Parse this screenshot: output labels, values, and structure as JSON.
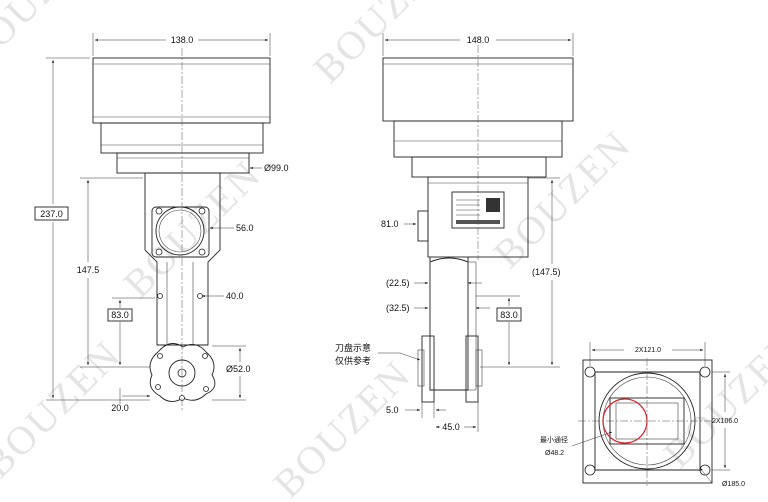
{
  "watermark": "BOUZEN",
  "front_view": {
    "width_label": "138.0",
    "height_label": "237.0",
    "bore_label": "Ø99.0",
    "window_label": "56.0",
    "vertical_label": "147.5",
    "lower_label": "83.0",
    "offset_label": "40.0",
    "disc_label": "Ø52.0",
    "bottom_label": "20.0"
  },
  "side_view": {
    "width_label": "148.0",
    "port_label": "81.0",
    "ref1_label": "(22.5)",
    "ref2_label": "(32.5)",
    "ref_height_label": "(147.5)",
    "lower_label": "83.0",
    "note_line1": "刀盘示意",
    "note_line2": "仅供参考",
    "gap_label": "5.0",
    "width2_label": "45.0"
  },
  "flange_view": {
    "top_label": "2X121.0",
    "right_label": "2X106.0",
    "min_bore_line1": "最小通径",
    "min_bore_line2": "Ø48.2",
    "circle_label": "Ø185.0"
  }
}
